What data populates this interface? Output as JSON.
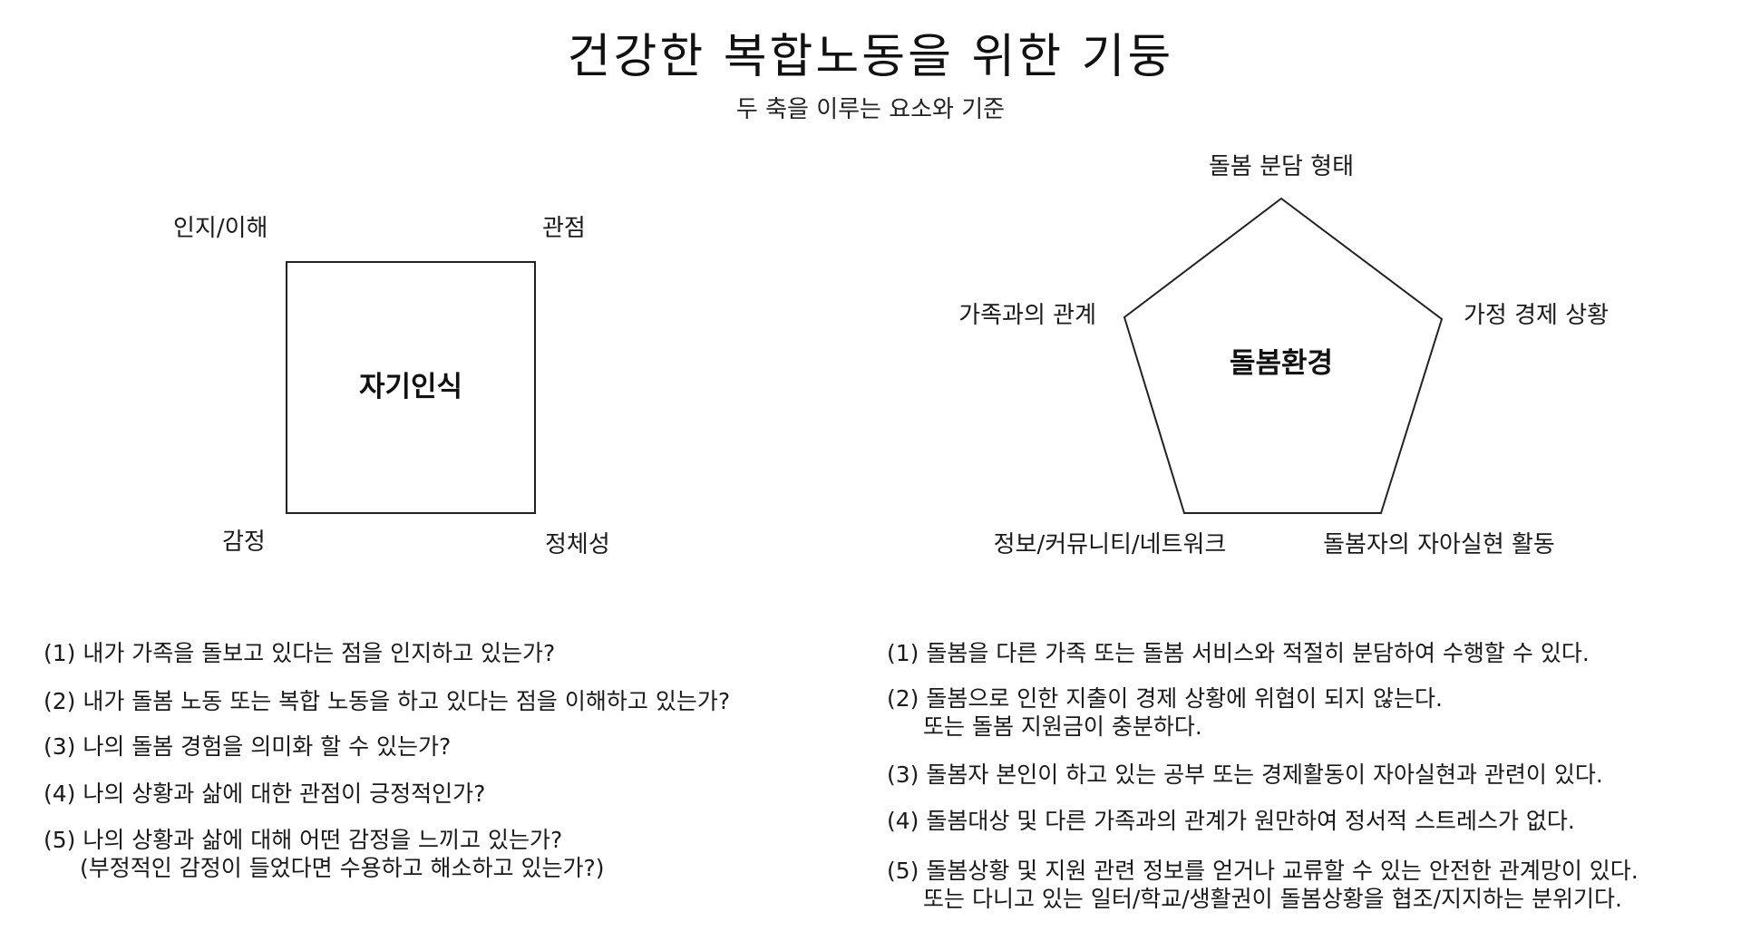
{
  "header": {
    "title": "건강한 복합노동을 위한 기둥",
    "subtitle": "두 축을 이루는 요소와 기준"
  },
  "left_diagram": {
    "center": "자기인식",
    "corners": {
      "top_left": "인지/이해",
      "top_right": "관점",
      "bottom_left": "감정",
      "bottom_right": "정체성"
    }
  },
  "right_diagram": {
    "center": "돌봄환경",
    "vertices": {
      "top": "돌봄 분담 형태",
      "left": "가족과의 관계",
      "right": "가정 경제 상황",
      "bottom_left": "정보/커뮤니티/네트워크",
      "bottom_right": "돌봄자의 자아실현 활동"
    }
  },
  "left_questions": [
    {
      "line1": "(1) 내가 가족을 돌보고 있다는 점을 인지하고 있는가?",
      "line2": ""
    },
    {
      "line1": "(2) 내가 돌봄 노동 또는 복합 노동을 하고 있다는 점을 이해하고 있는가?",
      "line2": ""
    },
    {
      "line1": "(3) 나의 돌봄 경험을 의미화 할 수 있는가?",
      "line2": ""
    },
    {
      "line1": "(4) 나의 상황과 삶에 대한 관점이 긍정적인가?",
      "line2": ""
    },
    {
      "line1": "(5) 나의 상황과 삶에 대해 어떤 감정을 느끼고 있는가?",
      "line2": "(부정적인 감정이 들었다면 수용하고 해소하고 있는가?)"
    }
  ],
  "right_questions": [
    {
      "line1": "(1) 돌봄을 다른 가족 또는 돌봄 서비스와 적절히 분담하여 수행할 수 있다.",
      "line2": ""
    },
    {
      "line1": "(2) 돌봄으로 인한 지출이 경제 상황에 위협이 되지 않는다.",
      "line2": "또는 돌봄 지원금이 충분하다."
    },
    {
      "line1": "(3) 돌봄자 본인이 하고 있는 공부 또는 경제활동이 자아실현과 관련이 있다.",
      "line2": ""
    },
    {
      "line1": "(4) 돌봄대상 및 다른 가족과의 관계가 원만하여 정서적 스트레스가 없다.",
      "line2": ""
    },
    {
      "line1": "(5) 돌봄상황 및 지원 관련 정보를 얻거나 교류할 수 있는 안전한 관계망이 있다.",
      "line2": "또는 다니고 있는 일터/학교/생활권이 돌봄상황을 협조/지지하는 분위기다."
    }
  ]
}
